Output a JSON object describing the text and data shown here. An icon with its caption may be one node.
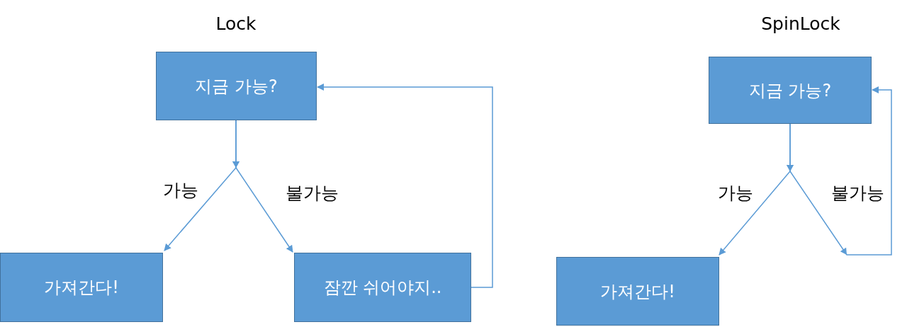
{
  "diagram": {
    "nodes": [
      {
        "text": [
          "지금 가능?"
        ]
      },
      {
        "text": [
          "가져간다!"
        ]
      },
      {
        "text": [
          "잠깐 쉬어야지.."
        ]
      },
      {
        "text": [
          "지금 가능?"
        ]
      },
      {
        "text": [
          "가져간다!"
        ]
      }
    ],
    "edges": [
      {
        "from": 0,
        "to": 1,
        "arrow": "to",
        "label": "가능"
      },
      {
        "from": 0,
        "to": 2,
        "arrow": "to",
        "label": "불가능"
      },
      {
        "from": 2,
        "to": 0,
        "arrow": "to"
      },
      {
        "from": 3,
        "to": 4,
        "arrow": "to",
        "label": "가능"
      },
      {
        "from": 3,
        "to": 3,
        "arrow": "to",
        "label": "불가능"
      }
    ],
    "labels": [
      "Lock",
      "SpinLock"
    ]
  }
}
